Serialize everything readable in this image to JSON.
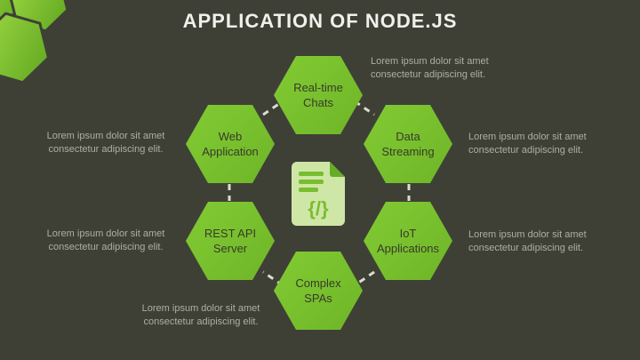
{
  "title": "APPLICATION OF NODE.JS",
  "center_icon": {
    "name": "code-document-icon",
    "code_symbol": "{/}"
  },
  "nodes": [
    {
      "id": "real-time-chats",
      "label": "Real-time Chats",
      "description": "Lorem ipsum dolor sit amet consectetur adipiscing elit."
    },
    {
      "id": "data-streaming",
      "label": "Data Streaming",
      "description": "Lorem ipsum dolor sit amet consectetur adipiscing elit."
    },
    {
      "id": "iot-applications",
      "label": "IoT Applications",
      "description": "Lorem ipsum dolor sit amet consectetur adipiscing elit."
    },
    {
      "id": "complex-spas",
      "label": "Complex SPAs",
      "description": "Lorem ipsum dolor sit amet consectetur adipiscing elit."
    },
    {
      "id": "rest-api-server",
      "label": "REST API Server",
      "description": "Lorem ipsum dolor sit amet consectetur adipiscing elit."
    },
    {
      "id": "web-application",
      "label": "Web Application",
      "description": "Lorem ipsum dolor sit amet consectetur adipiscing elit."
    }
  ],
  "colors": {
    "background": "#3e4036",
    "hexagon_green_light": "#82cb33",
    "hexagon_green_dark": "#6fb528",
    "hexagon_text": "#373a2b",
    "title_text": "#f0f1ec",
    "description_text": "#abb09d",
    "connector_dash": "#dcdcd2",
    "document_fill": "#cfe7a6",
    "document_accent": "#79bd30",
    "document_fold": "#66ad25"
  }
}
